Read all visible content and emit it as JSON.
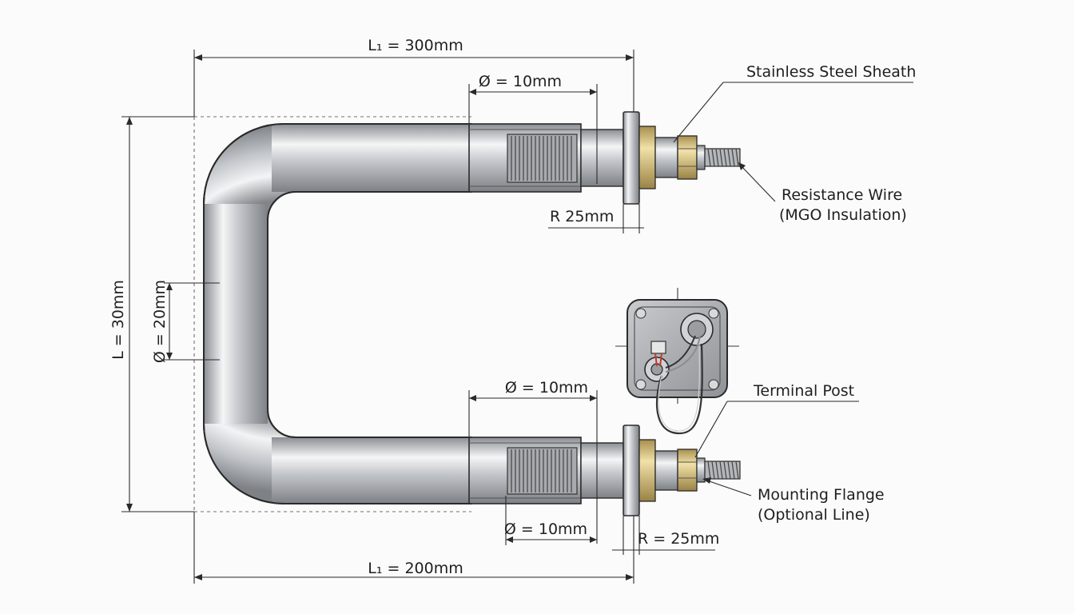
{
  "dimensions": {
    "top_length": "L₁ = 300mm",
    "bottom_length": "L₁ = 200mm",
    "height": "L = 30mm",
    "tube_diameter": "Ø = 20mm",
    "top_diameter": "Ø = 10mm",
    "bottom_diameter_upper": "Ø = 10mm",
    "bottom_diameter_lower": "Ø = 10mm",
    "top_radius": "R 25mm",
    "bottom_radius": "R = 25mm"
  },
  "callouts": {
    "sheath": "Stainless Steel Sheath",
    "wire_line1": "Resistance Wire",
    "wire_line2": "(MGO Insulation)",
    "terminal": "Terminal Post",
    "flange_line1": "Mounting Flange",
    "flange_line2": "(Optional Line)"
  },
  "colors": {
    "steel": "#b9bcc0",
    "brass": "#d8c48a",
    "line": "#2a2a2a"
  }
}
